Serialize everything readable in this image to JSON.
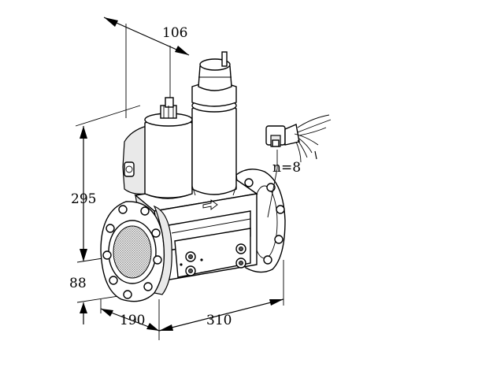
{
  "dimensions": {
    "top_width": "106",
    "height_upper": "295",
    "height_lower": "88",
    "depth": "190",
    "length": "310"
  },
  "connector_label": "n=8",
  "colors": {
    "line": "#000000",
    "background": "#ffffff",
    "screen_mesh": "#9a9a9a"
  }
}
